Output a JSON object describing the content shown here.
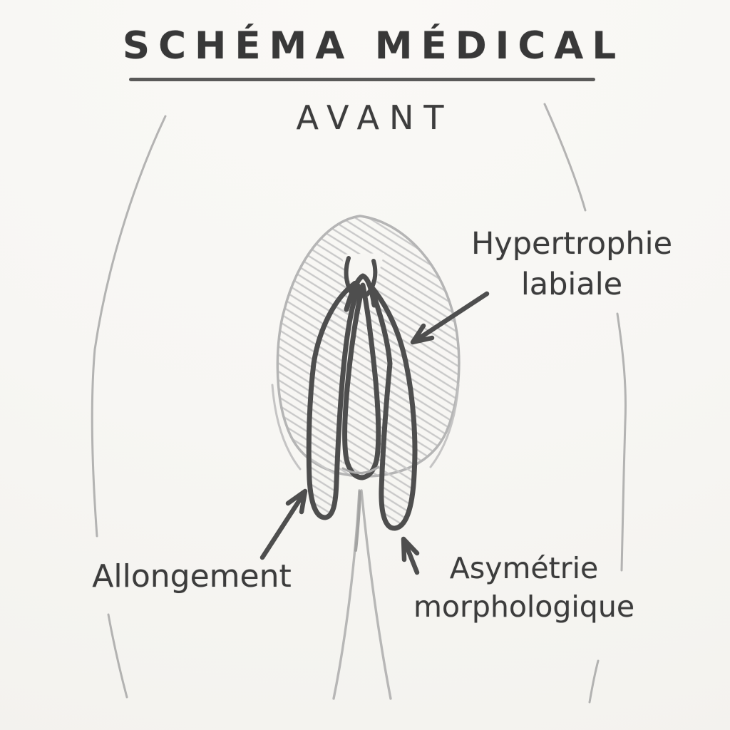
{
  "header": {
    "title": "SCHÉMA MÉDICAL",
    "subtitle": "AVANT"
  },
  "annotations": {
    "hypertrophy": {
      "line1": "Hypertrophie",
      "line2": "labiale"
    },
    "elongation": {
      "label": "Allongement"
    },
    "asymmetry": {
      "line1": "Asymétrie",
      "line2": "morphologique"
    }
  },
  "figure": {
    "style": "hand-drawn pencil sketch, front view",
    "parts": [
      "labia-majora-hatched-oval",
      "labia-minora-left",
      "labia-minora-right",
      "clitoral-hood",
      "vestibule",
      "thigh-contour-left",
      "thigh-contour-right",
      "gluteal-fold"
    ]
  },
  "colors": {
    "paper": "#f7f6f3",
    "ink": "#3a3a3a",
    "sketch": "#4e4e4e",
    "hatch": "#c9c9c9",
    "outline_light": "#b5b5b5",
    "contour": "#9c9c9c",
    "fold": "#a8a8a8"
  }
}
